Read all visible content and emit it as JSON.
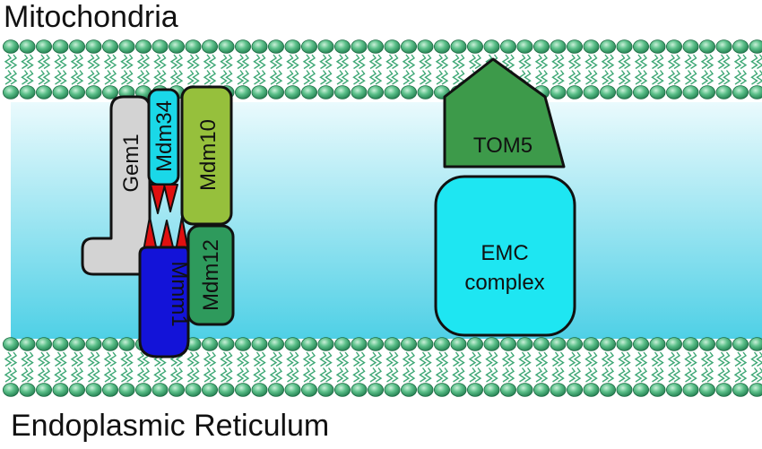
{
  "titles": {
    "top": "Mitochondria",
    "bottom": "Endoplasmic Reticulum"
  },
  "proteins": {
    "gem1": "Gem1",
    "mdm34": "Mdm34",
    "mdm10": "Mdm10",
    "mdm12": "Mdm12",
    "mmm1": "Mmm1",
    "tom5": "TOM5",
    "emc_line1": "EMC",
    "emc_line2": "complex"
  },
  "colors": {
    "membrane_head": "#3fa876",
    "membrane_tail": "#3fa876",
    "space_gradient_top": "#eafafd",
    "space_gradient_bottom": "#4fd0e6",
    "gem1": "#d3d3d3",
    "mdm34": "#1ad8e8",
    "mdm10": "#96c03c",
    "mdm12": "#2e9a5c",
    "mmm1": "#1313d8",
    "spikes": "#e01010",
    "tom5": "#3d9a4a",
    "emc": "#1ee6f2"
  }
}
